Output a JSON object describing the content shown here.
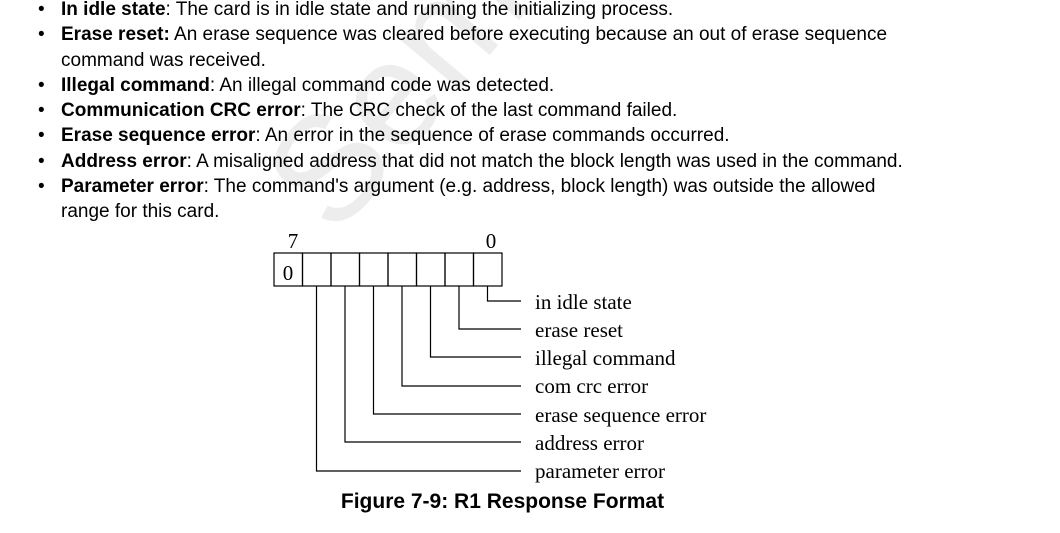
{
  "bullets": [
    {
      "term": "In idle state",
      "text": ": The card is in idle state and running the initializing process."
    },
    {
      "term": "Erase reset:",
      "text": " An erase sequence was cleared before executing because an out of erase sequence",
      "cont": "command was received."
    },
    {
      "term": "Illegal command",
      "text": ": An illegal command code was detected."
    },
    {
      "term": "Communication CRC error",
      "text": ": The CRC check of the last command failed."
    },
    {
      "term": "Erase sequence error",
      "text": ": An error in the sequence of erase commands occurred."
    },
    {
      "term": "Address error",
      "text": ": A misaligned address that did not match the block length was used in the command."
    },
    {
      "term": "Parameter error",
      "text": ": The command's argument (e.g. address, block length) was outside the allowed",
      "cont": "range for this card."
    }
  ],
  "bullet_symbol": "•",
  "figure": {
    "bit_high": "7",
    "bit_low": "0",
    "msb_value": "0",
    "labels": [
      "in idle state",
      "erase reset",
      "illegal command",
      "com crc error",
      "erase sequence error",
      "address error",
      "parameter error"
    ],
    "caption": "Figure 7-9: R1 Response Format"
  },
  "watermark": "Semicondu"
}
